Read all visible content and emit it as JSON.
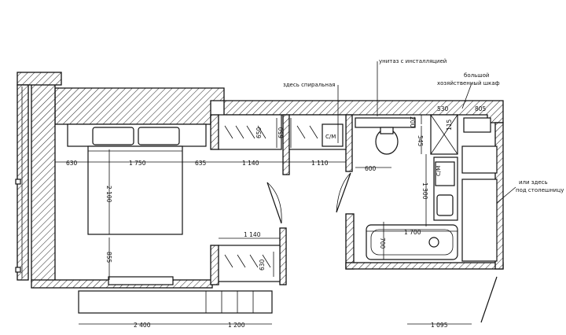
{
  "annotations": {
    "toilet_note": "унитаз с инсталляцией",
    "spiral_note": "здесь спиральная",
    "cabinet_note_1": "большой",
    "cabinet_note_2": "хозяйственный шкаф",
    "alt_note_1": "или здесь",
    "alt_note_2": "под столешницу"
  },
  "appliance_labels": {
    "sm_1": "С/М",
    "sm_2": "С/М"
  },
  "dimensions": {
    "d630": "630",
    "d1750": "1 750",
    "d635": "635",
    "d1140a": "1 140",
    "d1110": "1 110",
    "d600": "600",
    "d2100": "2 100",
    "d855": "855",
    "d1140b": "1 140",
    "d2400": "2 400",
    "d1200": "1 200",
    "d1095": "1 095",
    "d1300": "1 300",
    "d1700": "1 700",
    "d700": "700",
    "d545": "545",
    "d200": "200",
    "d530": "530",
    "d805": "805",
    "d115": "115",
    "d650a": "650",
    "d650b": "650",
    "d630b": "630"
  }
}
